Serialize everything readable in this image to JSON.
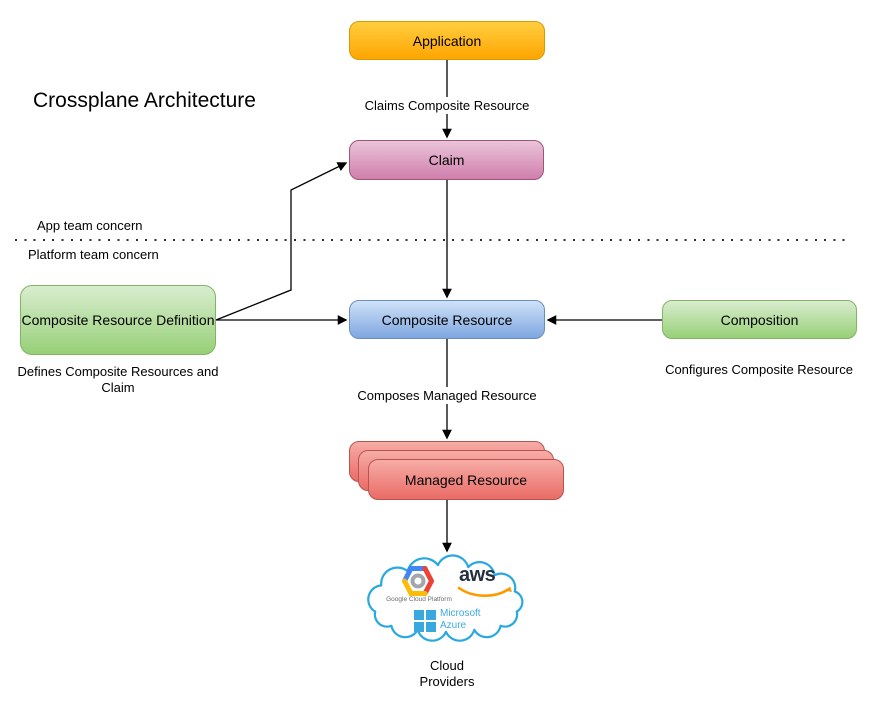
{
  "title": "Crossplane Architecture",
  "nodes": {
    "application": "Application",
    "claim": "Claim",
    "composite_resource": "Composite Resource",
    "composite_resource_definition": "Composite Resource Definition",
    "composition": "Composition",
    "managed_resource": "Managed Resource"
  },
  "edge_labels": {
    "claims": "Claims Composite Resource",
    "composes": "Composes Managed Resource"
  },
  "captions": {
    "crd": "Defines Composite Resources and Claim",
    "composition": "Configures Composite Resource",
    "cloud": "Cloud Providers"
  },
  "divider": {
    "above": "App team concern",
    "below": "Platform team concern"
  },
  "providers": {
    "gcp": "Google Cloud Platform",
    "aws": "aws",
    "azure_line1": "Microsoft",
    "azure_line2": "Azure"
  },
  "colors": {
    "application_fill_top": "#ffce3f",
    "application_fill_bottom": "#ffa502",
    "application_border": "#d79b00",
    "claim_fill_top": "#eac3d9",
    "claim_fill_bottom": "#d07fac",
    "claim_border": "#9e5577",
    "composite_fill_top": "#cfe2f8",
    "composite_fill_bottom": "#7ea6e0",
    "composite_border": "#6c8ebf",
    "green_fill_top": "#d9edcf",
    "green_fill_bottom": "#97d077",
    "green_border": "#82b366",
    "managed_fill_top": "#f7aca6",
    "managed_fill_bottom": "#ea6b66",
    "managed_border": "#b85450",
    "connector": "#000000",
    "cloud_outline": "#29a9e1",
    "gcp_blue": "#4285f4",
    "gcp_red": "#ea4335",
    "gcp_yellow": "#fbbc05",
    "aws_text": "#252f3e",
    "aws_orange": "#ff9900",
    "azure_blue": "#3baae1"
  }
}
